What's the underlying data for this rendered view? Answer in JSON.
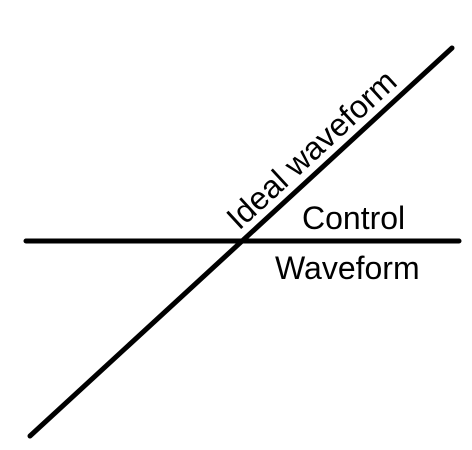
{
  "diagram": {
    "labels": {
      "ideal": "Ideal waveform",
      "control_line1": "Control",
      "control_line2": "Waveform"
    },
    "colors": {
      "line": "#000000",
      "text": "#000000",
      "background": "#ffffff"
    }
  }
}
